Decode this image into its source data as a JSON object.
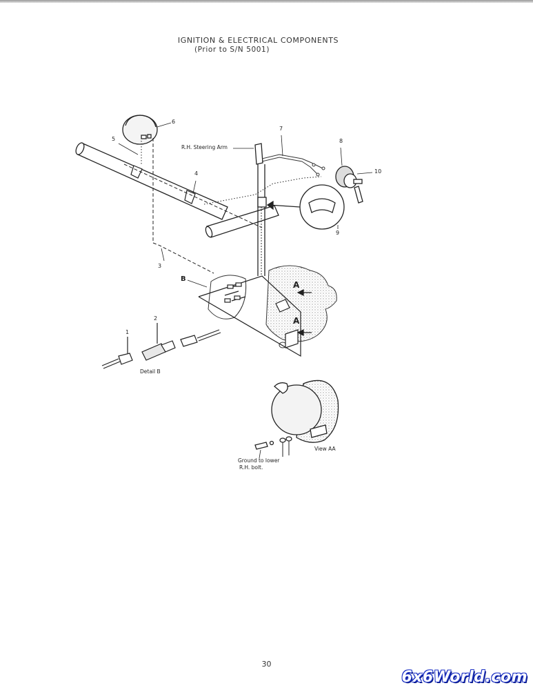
{
  "header": {
    "title": "IGNITION & ELECTRICAL COMPONENTS",
    "subtitle": "(Prior to S/N 5001)"
  },
  "callouts": {
    "n1": "1",
    "n2": "2",
    "n3": "3",
    "n4": "4",
    "n5": "5",
    "n6": "6",
    "n7": "7",
    "n8": "8",
    "n9": "9",
    "n10": "10",
    "b": "B",
    "a1": "A",
    "a2": "A"
  },
  "labels": {
    "steering_arm": "R.H. Steering Arm",
    "detail_b": "Detail B",
    "view_aa": "View AA",
    "ground_line1": "Ground to lower",
    "ground_line2": "R.H. bolt."
  },
  "footer": {
    "page_number": "30",
    "watermark": "6x6World.com"
  }
}
